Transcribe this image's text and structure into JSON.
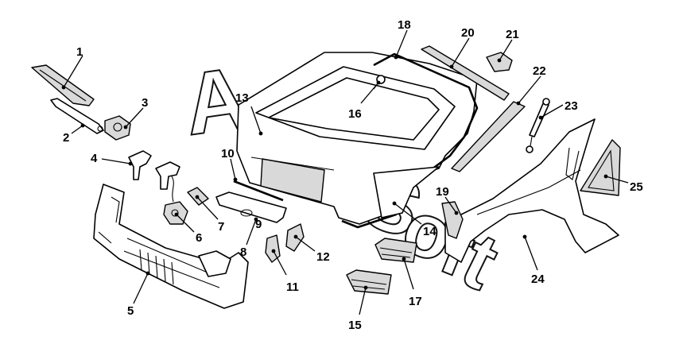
{
  "watermark": {
    "letters": [
      "A",
      "u",
      "t",
      "o",
      "S",
      "o",
      "f",
      "t"
    ]
  },
  "callouts": [
    "1",
    "2",
    "3",
    "4",
    "5",
    "6",
    "7",
    "8",
    "9",
    "10",
    "11",
    "12",
    "13",
    "14",
    "15",
    "16",
    "17",
    "18",
    "19",
    "20",
    "21",
    "22",
    "23",
    "24",
    "25"
  ]
}
